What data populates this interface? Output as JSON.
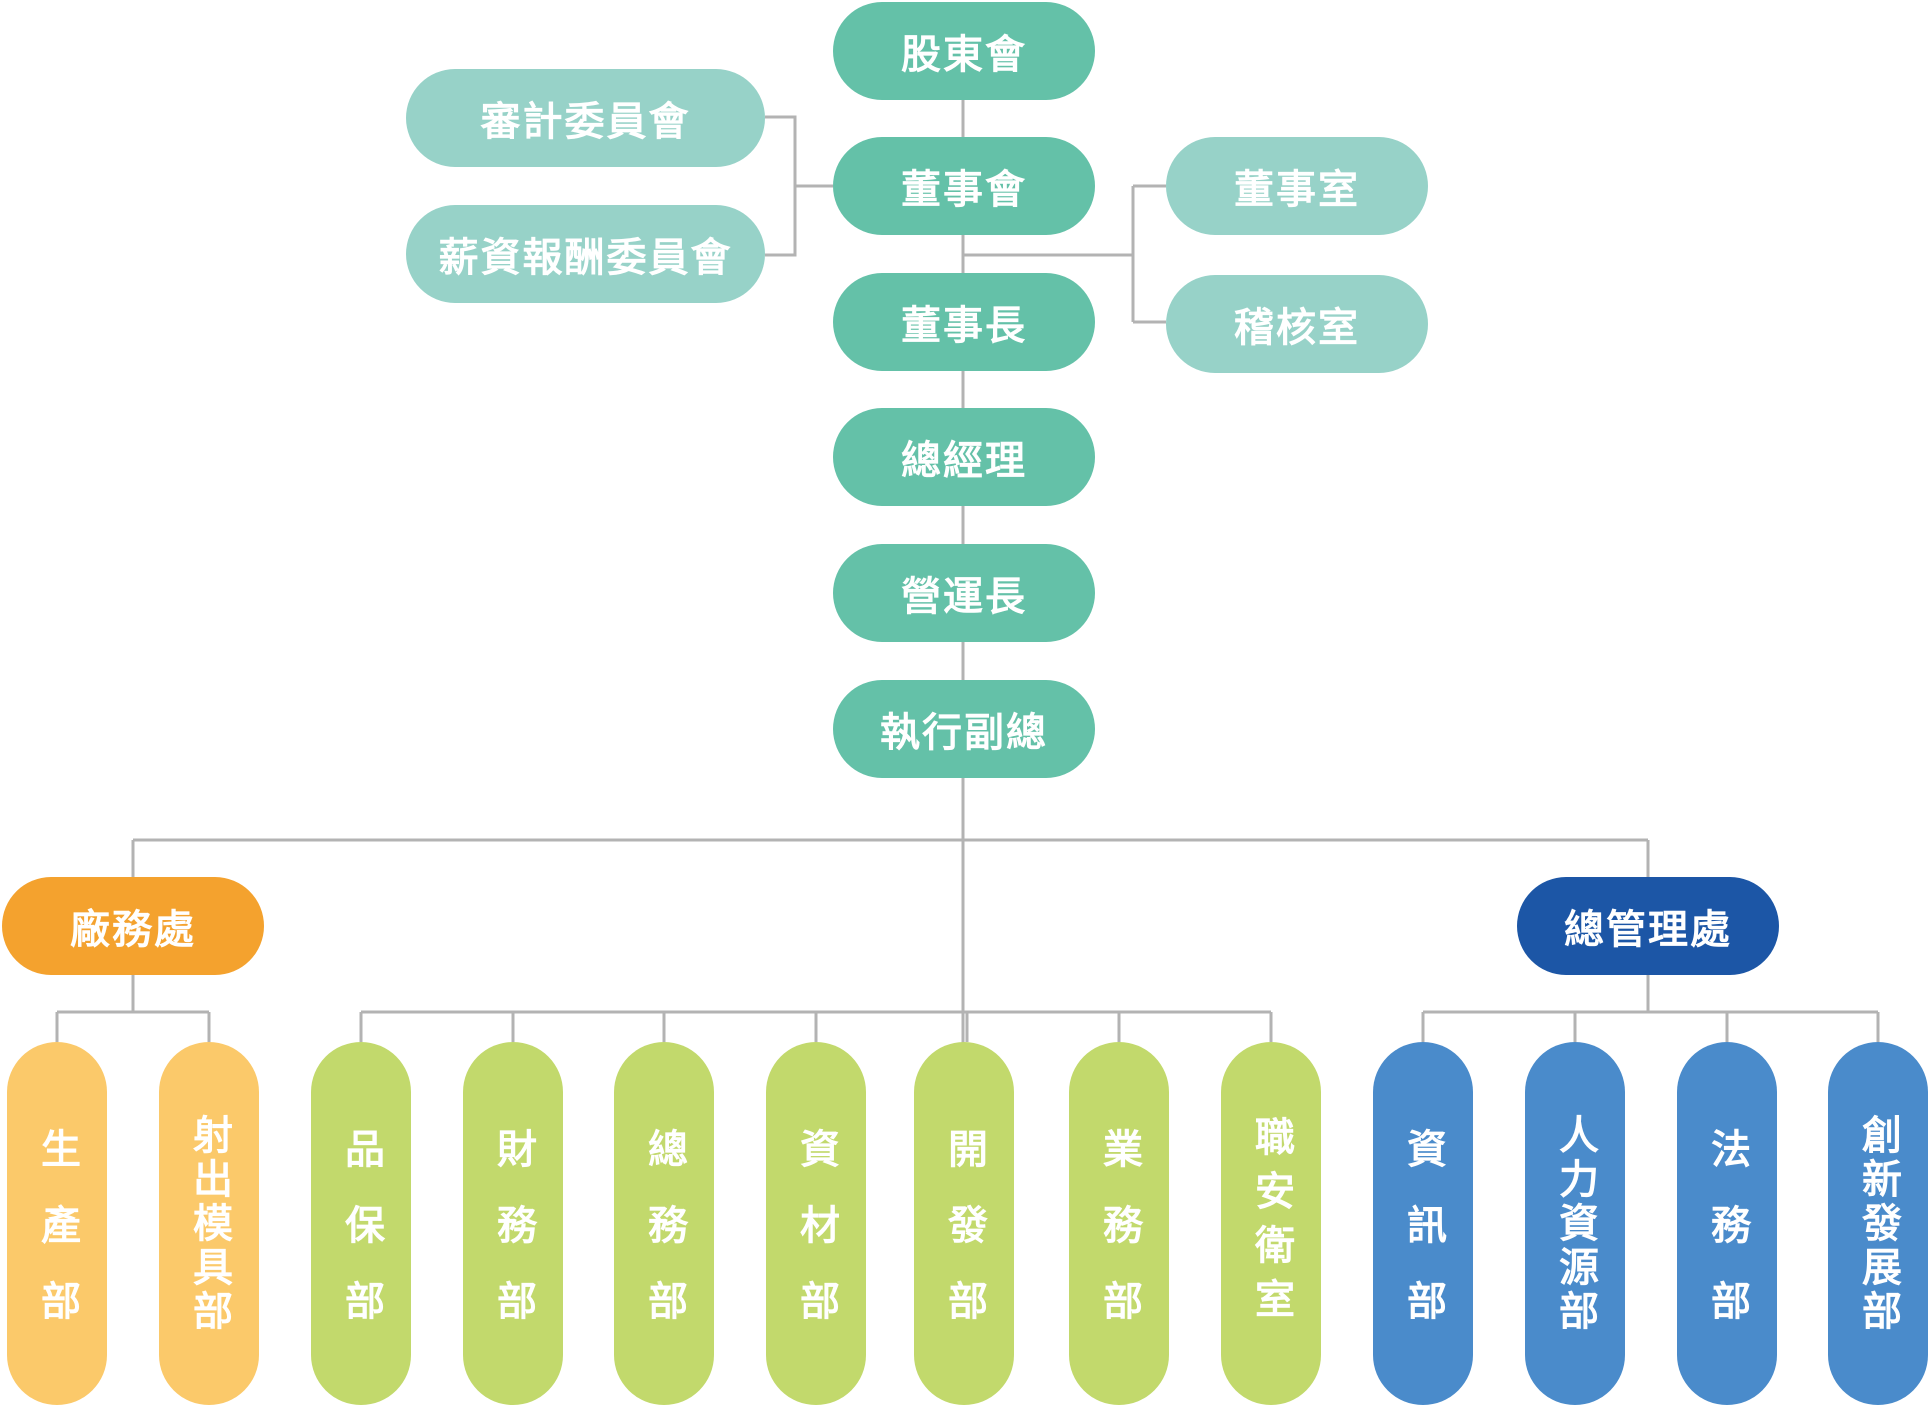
{
  "colors": {
    "main": "#64c1a8",
    "committee": "#97d2c8",
    "factory": "#f4a22e",
    "factory_dept": "#fbc96a",
    "middle_dept": "#c2d96c",
    "admin": "#1c56a6",
    "admin_dept": "#4a8bcb",
    "line": "#b3b3b3"
  },
  "top": {
    "shareholders": "股東會",
    "board": "董事會",
    "chairman": "董事長",
    "general_manager": "總經理",
    "coo": "營運長",
    "evp": "執行副總"
  },
  "committees": {
    "audit": "審計委員會",
    "compensation": "薪資報酬委員會"
  },
  "offices": {
    "board_office": "董事室",
    "audit_office": "稽核室"
  },
  "divisions": {
    "factory": "廠務處",
    "admin": "總管理處"
  },
  "departments": {
    "production": "生產部",
    "injection_mold": "射出模具部",
    "quality": "品保部",
    "finance": "財務部",
    "general_affairs": "總務部",
    "materials": "資材部",
    "development": "開發部",
    "sales": "業務部",
    "safety": "職安衛室",
    "it": "資訊部",
    "hr": "人力資源部",
    "legal": "法務部",
    "innovation": "創新發展部"
  }
}
